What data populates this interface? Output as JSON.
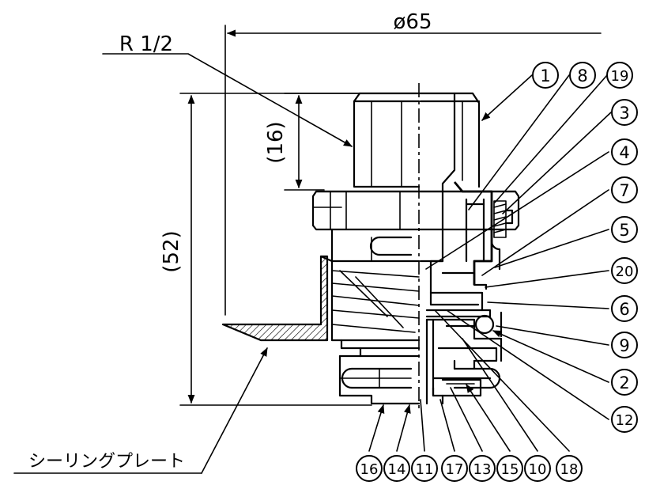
{
  "labels": {
    "diameter": "ø65",
    "thread": "R 1/2",
    "dim_thread_length": "(16)",
    "dim_total_height": "(52)",
    "sealing_plate": "シーリングプレート"
  },
  "balloons": {
    "b1": "1",
    "b8": "8",
    "b19": "19",
    "b3": "3",
    "b4": "4",
    "b7": "7",
    "b5": "5",
    "b20": "20",
    "b6": "6",
    "b9": "9",
    "b2": "2",
    "b12": "12",
    "b16": "16",
    "b14": "14",
    "b11": "11",
    "b17": "17",
    "b13": "13",
    "b15": "15",
    "b10": "10",
    "b18": "18"
  }
}
